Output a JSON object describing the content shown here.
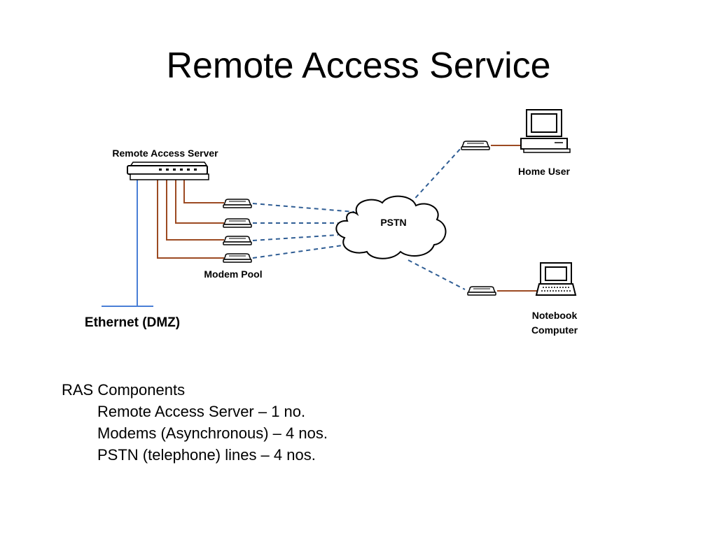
{
  "slide": {
    "title": "Remote Access Service"
  },
  "diagram": {
    "labels": {
      "ras_server": "Remote Access Server",
      "modem_pool": "Modem Pool",
      "ethernet": "Ethernet (DMZ)",
      "pstn": "PSTN",
      "home_user": "Home User",
      "notebook_line1": "Notebook",
      "notebook_line2": "Computer"
    },
    "colors": {
      "serial_line": "#9c4a22",
      "ethernet_line": "#4a7fd6",
      "phone_line": "#2f5d94",
      "outline": "#000000"
    },
    "icons": [
      "server-icon",
      "modem-icon",
      "cloud-icon",
      "desktop-computer-icon",
      "notebook-computer-icon"
    ]
  },
  "components": {
    "heading": "RAS Components",
    "items": [
      "Remote Access Server – 1 no.",
      "Modems (Asynchronous) – 4 nos.",
      "PSTN (telephone) lines – 4 nos."
    ]
  }
}
